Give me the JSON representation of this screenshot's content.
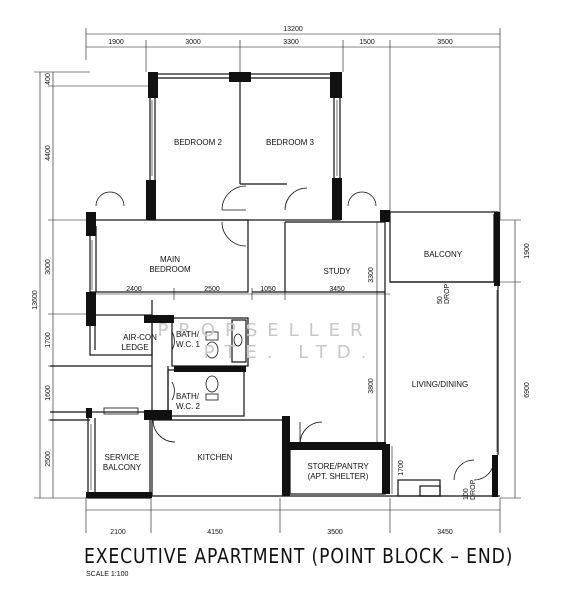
{
  "title": "EXECUTIVE APARTMENT (POINT BLOCK – END)",
  "scale": "SCALE 1:100",
  "watermark": [
    "PROPSELLER",
    "PTE. LTD."
  ],
  "rooms": {
    "bedroom2": "BEDROOM 2",
    "bedroom3": "BEDROOM 3",
    "main_bedroom_1": "MAIN",
    "main_bedroom_2": "BEDROOM",
    "study": "STUDY",
    "balcony": "BALCONY",
    "aircon_1": "AIR-CON",
    "aircon_2": "LEDGE",
    "bath1_1": "BATH/",
    "bath1_2": "W.C. 1",
    "bath2_1": "BATH/",
    "bath2_2": "W.C. 2",
    "living": "LIVING/DINING",
    "kitchen": "KITCHEN",
    "service_1": "SERVICE",
    "service_2": "BALCONY",
    "store_1": "STORE/PANTRY",
    "store_2": "(APT. SHELTER)",
    "drop_top_1": "50",
    "drop_top_2": "DROP",
    "drop_bot_1": "100",
    "drop_bot_2": "DROP"
  },
  "dims": {
    "top_total": "13200",
    "top": [
      "1900",
      "3000",
      "3300",
      "1500",
      "3500"
    ],
    "left_total": "13600",
    "left": [
      "400",
      "4400",
      "3000",
      "1700",
      "1600",
      "2500"
    ],
    "right": [
      "1900",
      "6900"
    ],
    "bottom": [
      "2100",
      "4150",
      "3500",
      "3450"
    ],
    "inner_row": [
      "2400",
      "2500",
      "1050",
      "3450"
    ],
    "inner_v": [
      "3300",
      "3800",
      "1700"
    ]
  }
}
